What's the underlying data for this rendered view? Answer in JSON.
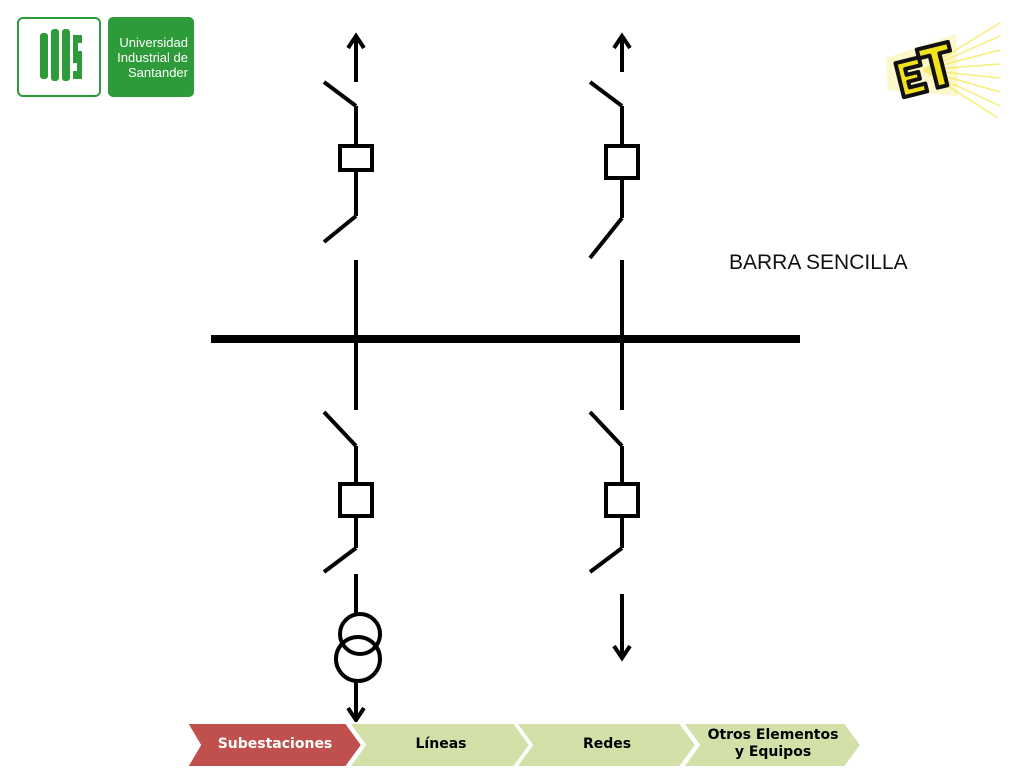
{
  "logos": {
    "uis_monogram": "UIS",
    "uis_name_lines": [
      "Universidad",
      "Industrial de",
      "Santander"
    ],
    "et_monogram": "ET"
  },
  "diagram": {
    "title": "BARRA SENCILLA"
  },
  "nav": {
    "tabs": [
      {
        "label": "Subestaciones",
        "active": true
      },
      {
        "label": "Líneas",
        "active": false
      },
      {
        "label": "Redes",
        "active": false
      },
      {
        "label": "Otros Elementos\ny Equipos",
        "active": false
      }
    ]
  },
  "colors": {
    "uis_green": "#2e9b3a",
    "et_yellow": "#f2e21c",
    "tab_active": "#c0504d",
    "tab_inactive": "#d3e0a8",
    "line": "#000000"
  }
}
